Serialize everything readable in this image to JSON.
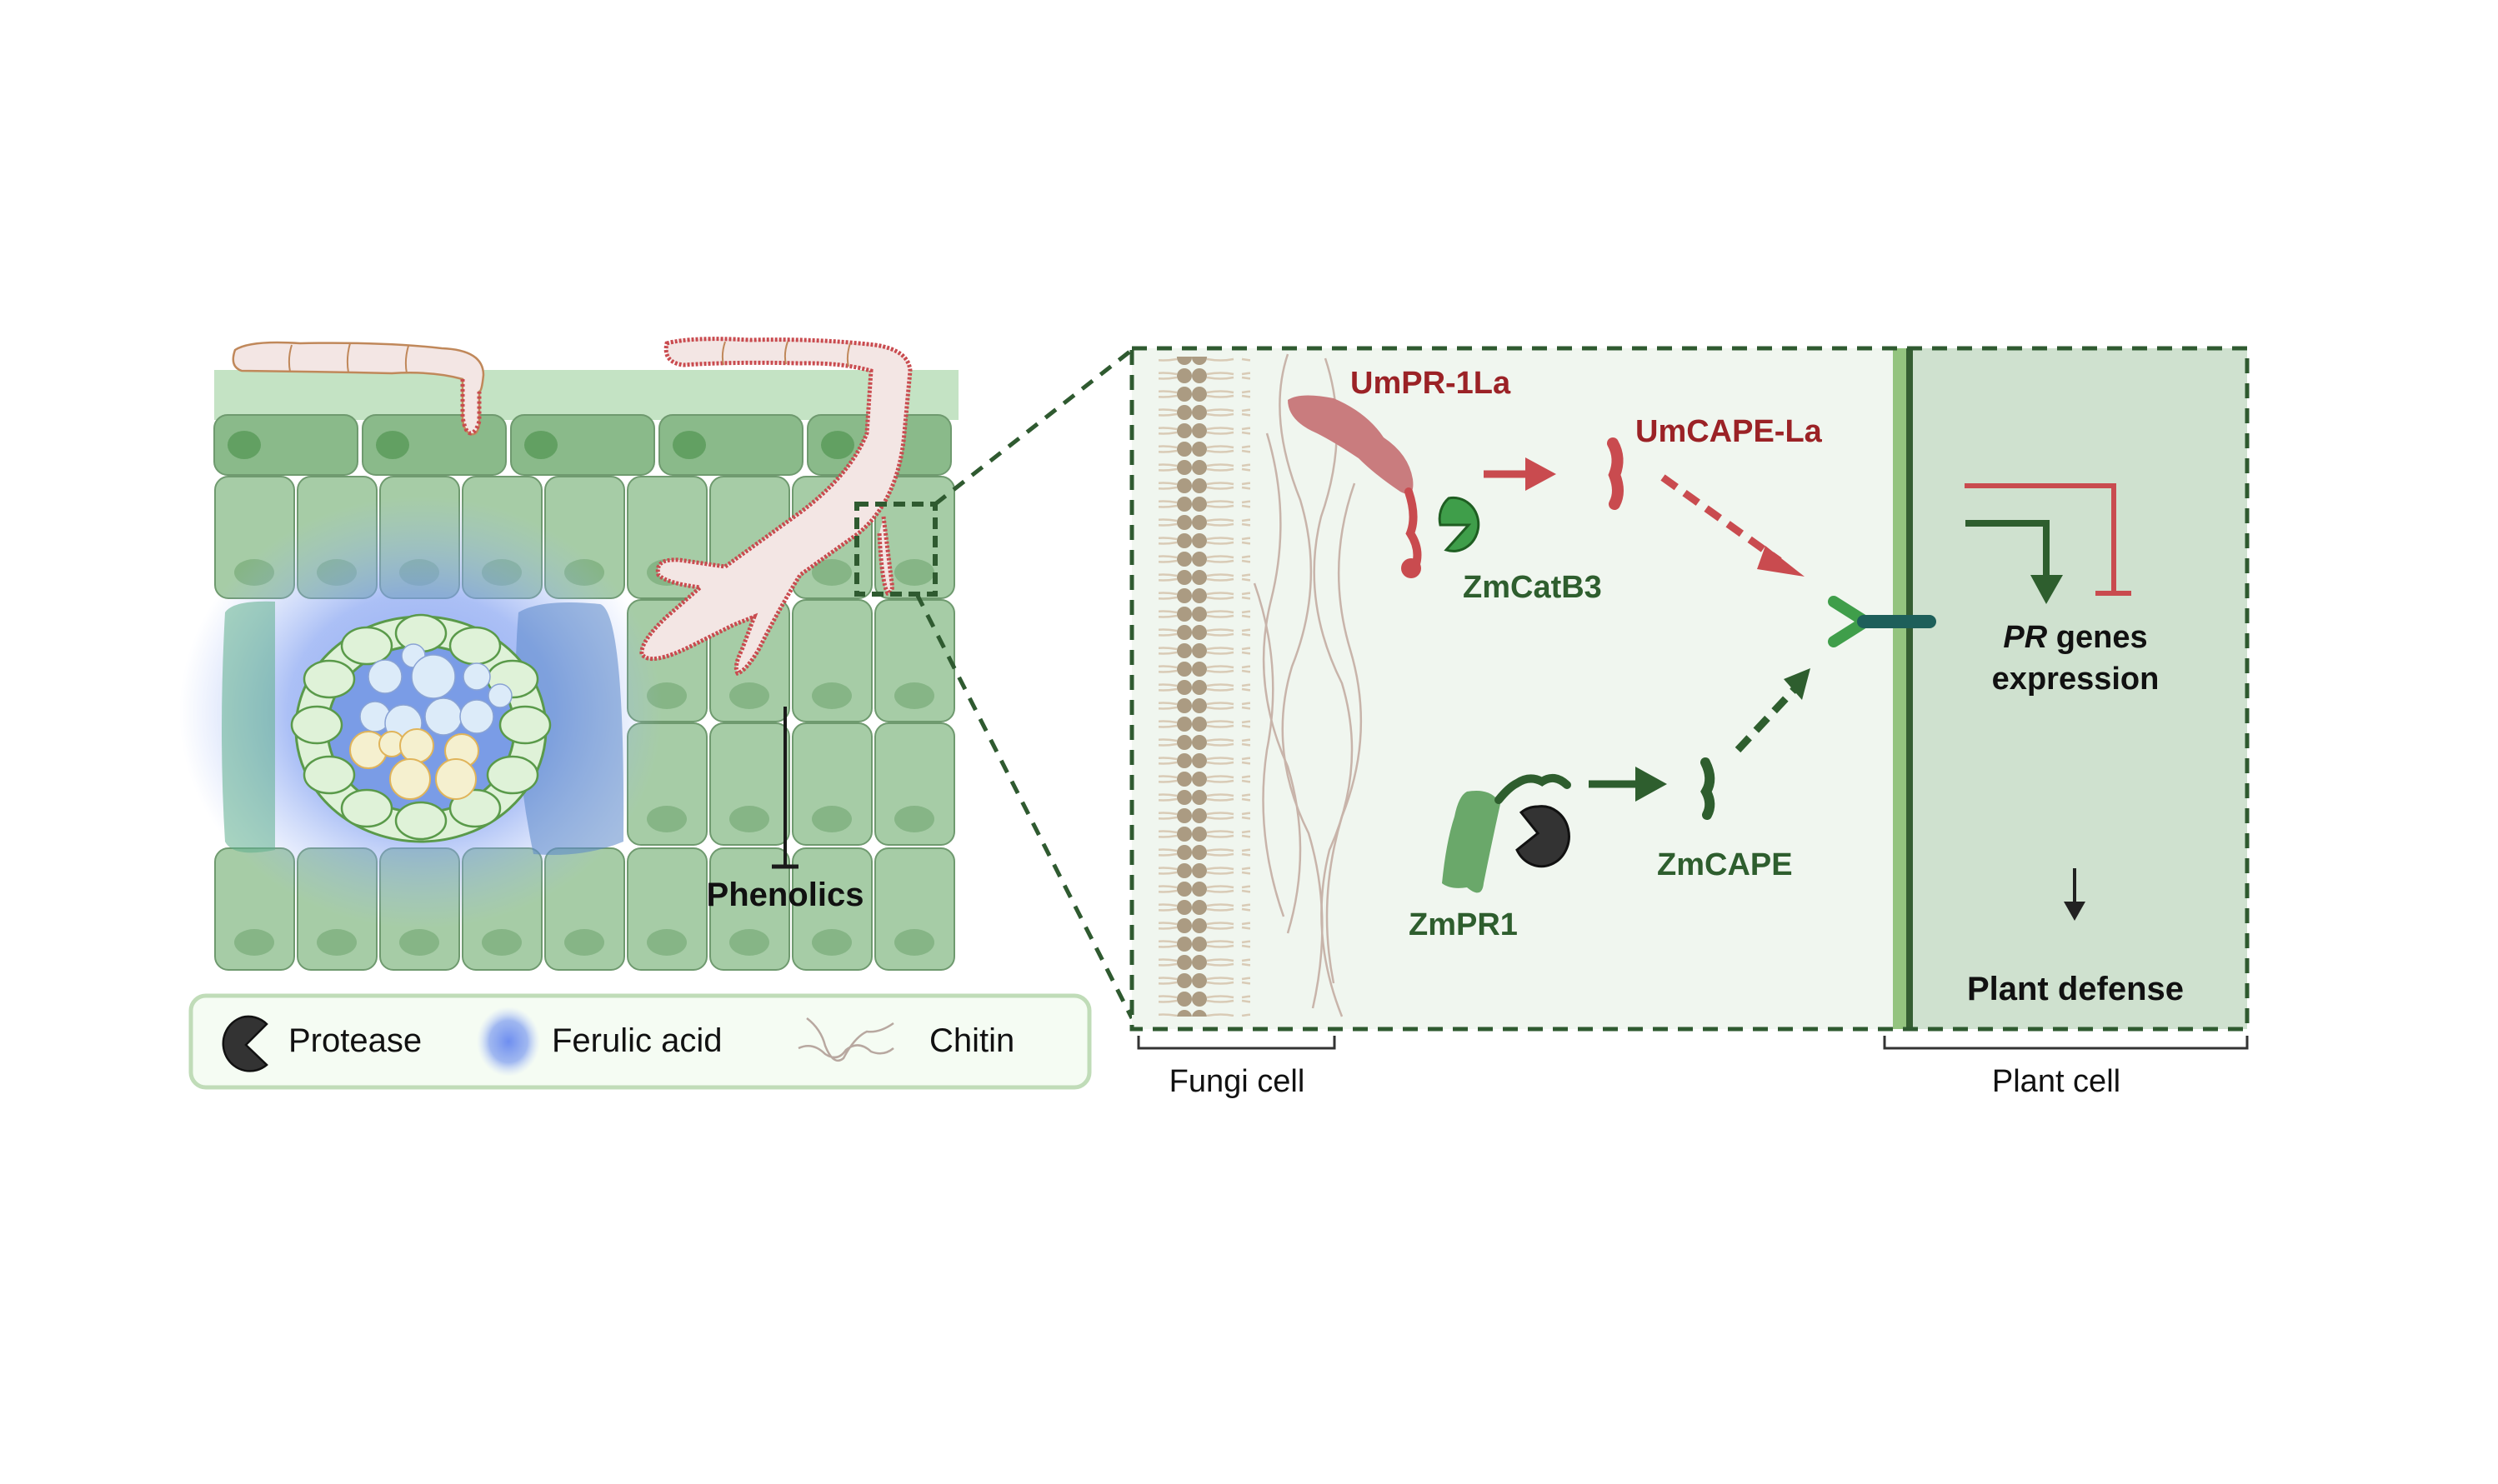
{
  "left_panel": {
    "title": "Leaf tissue infection overview",
    "inhibition_label": "Phenolics",
    "legend": {
      "items": [
        {
          "icon": "protease-icon",
          "label": "Protease"
        },
        {
          "icon": "ferulic-acid-icon",
          "label": "Ferulic acid"
        },
        {
          "icon": "chitin-icon",
          "label": "Chitin"
        }
      ]
    }
  },
  "right_panel": {
    "fungal_proteins": {
      "precursor": "UmPR-1La",
      "peptide": "UmCAPE-La",
      "plant_protease": "ZmCatB3"
    },
    "plant_proteins": {
      "precursor": "ZmPR1",
      "peptide": "ZmCAPE"
    },
    "output": {
      "genes_italic": "PR",
      "genes_rest": " genes",
      "genes_line2": "expression",
      "defense": "Plant defense"
    },
    "brackets": {
      "fungi": "Fungi cell",
      "plant": "Plant cell"
    }
  },
  "colors": {
    "fungal_red": "#9b2226",
    "arrow_red": "#c94b4f",
    "plant_green": "#2e5e2e",
    "dash_green": "#2f5a30",
    "cell_green": "#8cbd8c",
    "ferulic_blue": "#7b9be6",
    "hypha_fill": "#f3e6e4",
    "protease_dark": "#333333"
  }
}
